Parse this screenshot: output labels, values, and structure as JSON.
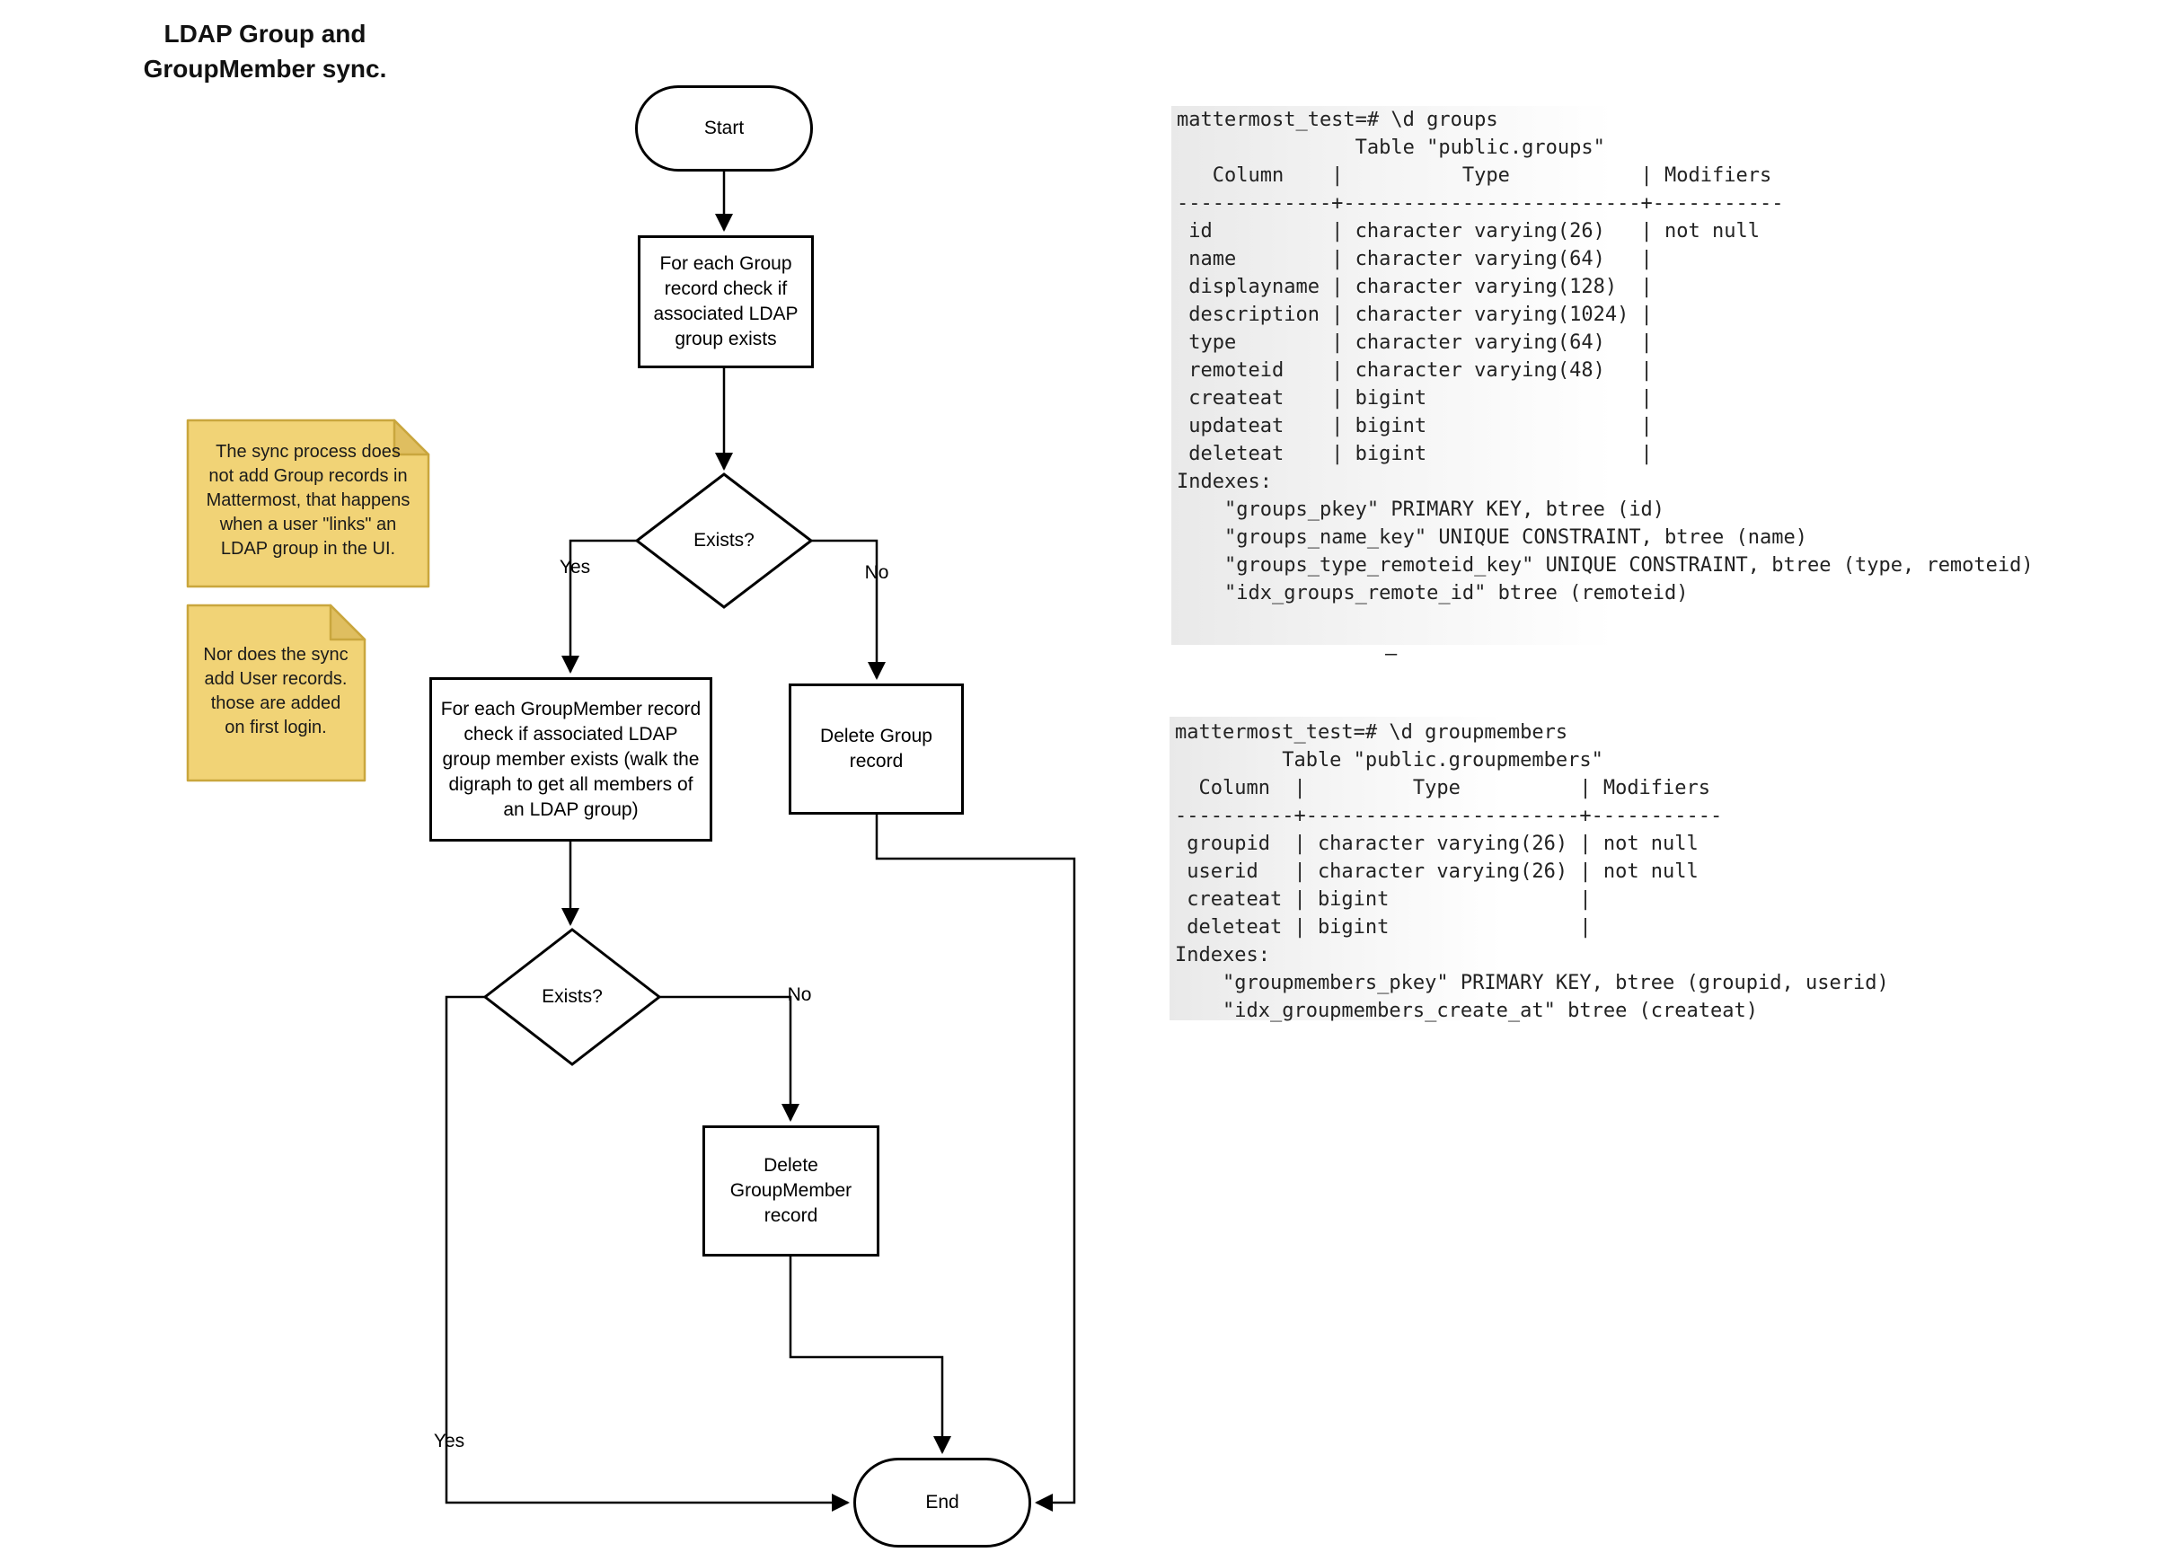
{
  "title": "LDAP Group and\nGroupMember sync.",
  "flowchart": {
    "nodes": {
      "start": {
        "label": "Start"
      },
      "check_group": {
        "label": "For each Group\nrecord check if\nassociated LDAP\ngroup exists"
      },
      "exists_group": {
        "label": "Exists?"
      },
      "check_groupmember": {
        "label": "For each GroupMember record\ncheck if associated LDAP\ngroup member exists (walk the\ndigraph to get all members of\nan LDAP group)"
      },
      "delete_group": {
        "label": "Delete Group\nrecord"
      },
      "exists_groupmember": {
        "label": "Exists?"
      },
      "delete_groupmember": {
        "label": "Delete\nGroupMember\nrecord"
      },
      "end": {
        "label": "End"
      }
    },
    "edge_labels": {
      "group_yes": "Yes",
      "group_no": "No",
      "member_yes": "Yes",
      "member_no": "No"
    }
  },
  "notes": [
    {
      "text": "The sync process does\nnot add Group records in\nMattermost, that happens\nwhen a user \"links\" an\nLDAP group in the UI."
    },
    {
      "text": "Nor does the sync\nadd User records.\nthose are added\non first login."
    }
  ],
  "terminals": [
    {
      "lines": [
        "mattermost_test=# \\d groups",
        "               Table \"public.groups\"",
        "   Column    |          Type           | Modifiers",
        "-------------+-------------------------+-----------",
        " id          | character varying(26)   | not null",
        " name        | character varying(64)   |",
        " displayname | character varying(128)  |",
        " description | character varying(1024) |",
        " type        | character varying(64)   |",
        " remoteid    | character varying(48)   |",
        " createat    | bigint                  |",
        " updateat    | bigint                  |",
        " deleteat    | bigint                  |",
        "Indexes:",
        "    \"groups_pkey\" PRIMARY KEY, btree (id)",
        "    \"groups_name_key\" UNIQUE CONSTRAINT, btree (name)",
        "    \"groups_type_remoteid_key\" UNIQUE CONSTRAINT, btree (type, remoteid)",
        "    \"idx_groups_remote_id\" btree (remoteid)"
      ]
    },
    {
      "lines": [
        "mattermost_test=# \\d groupmembers",
        "         Table \"public.groupmembers\"",
        "  Column  |         Type          | Modifiers",
        "----------+-----------------------+-----------",
        " groupid  | character varying(26) | not null",
        " userid   | character varying(26) | not null",
        " createat | bigint                |",
        " deleteat | bigint                |",
        "Indexes:",
        "    \"groupmembers_pkey\" PRIMARY KEY, btree (groupid, userid)",
        "    \"idx_groupmembers_create_at\" btree (createat)"
      ]
    }
  ],
  "cursor": "–",
  "colors": {
    "background": "#ffffff",
    "line": "#000000",
    "note_fill": "#F1D376",
    "note_fold": "#DFBE60",
    "note_border": "#C9A63D",
    "terminal_text": "#222222",
    "terminal_panel": "#e9e9e9"
  }
}
